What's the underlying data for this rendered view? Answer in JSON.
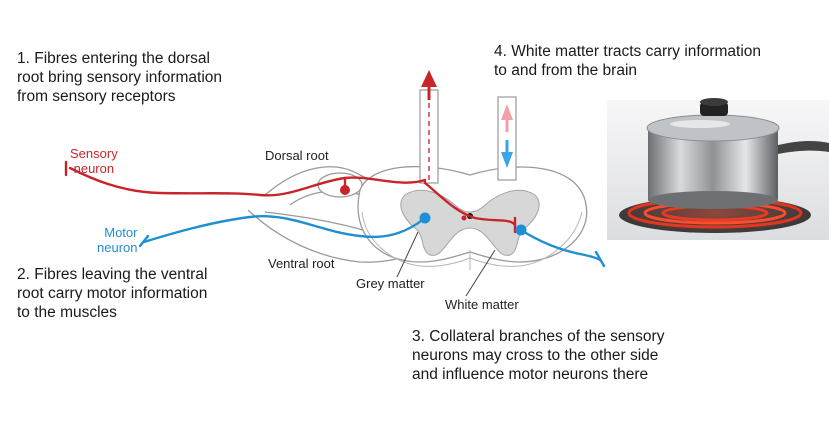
{
  "notes": {
    "n1": "1. Fibres entering the dorsal\nroot bring sensory information\nfrom sensory receptors",
    "n2": "2. Fibres leaving the ventral\nroot carry motor information\nto the muscles",
    "n3": "3. Collateral branches of the sensory\nneurons may cross to the other side\nand influence motor neurons there",
    "n4": "4. White matter tracts carry information\nto and from the brain"
  },
  "labels": {
    "sensory_neuron": "Sensory\nneuron",
    "motor_neuron": "Motor\nneuron",
    "dorsal_root": "Dorsal root",
    "ventral_root": "Ventral root",
    "grey_matter": "Grey matter",
    "white_matter": "White matter"
  },
  "colors": {
    "sensory": "#c8252b",
    "motor": "#1f8fd4",
    "grey_matter": "#d7d7d7",
    "outline": "#9a9a9a"
  }
}
